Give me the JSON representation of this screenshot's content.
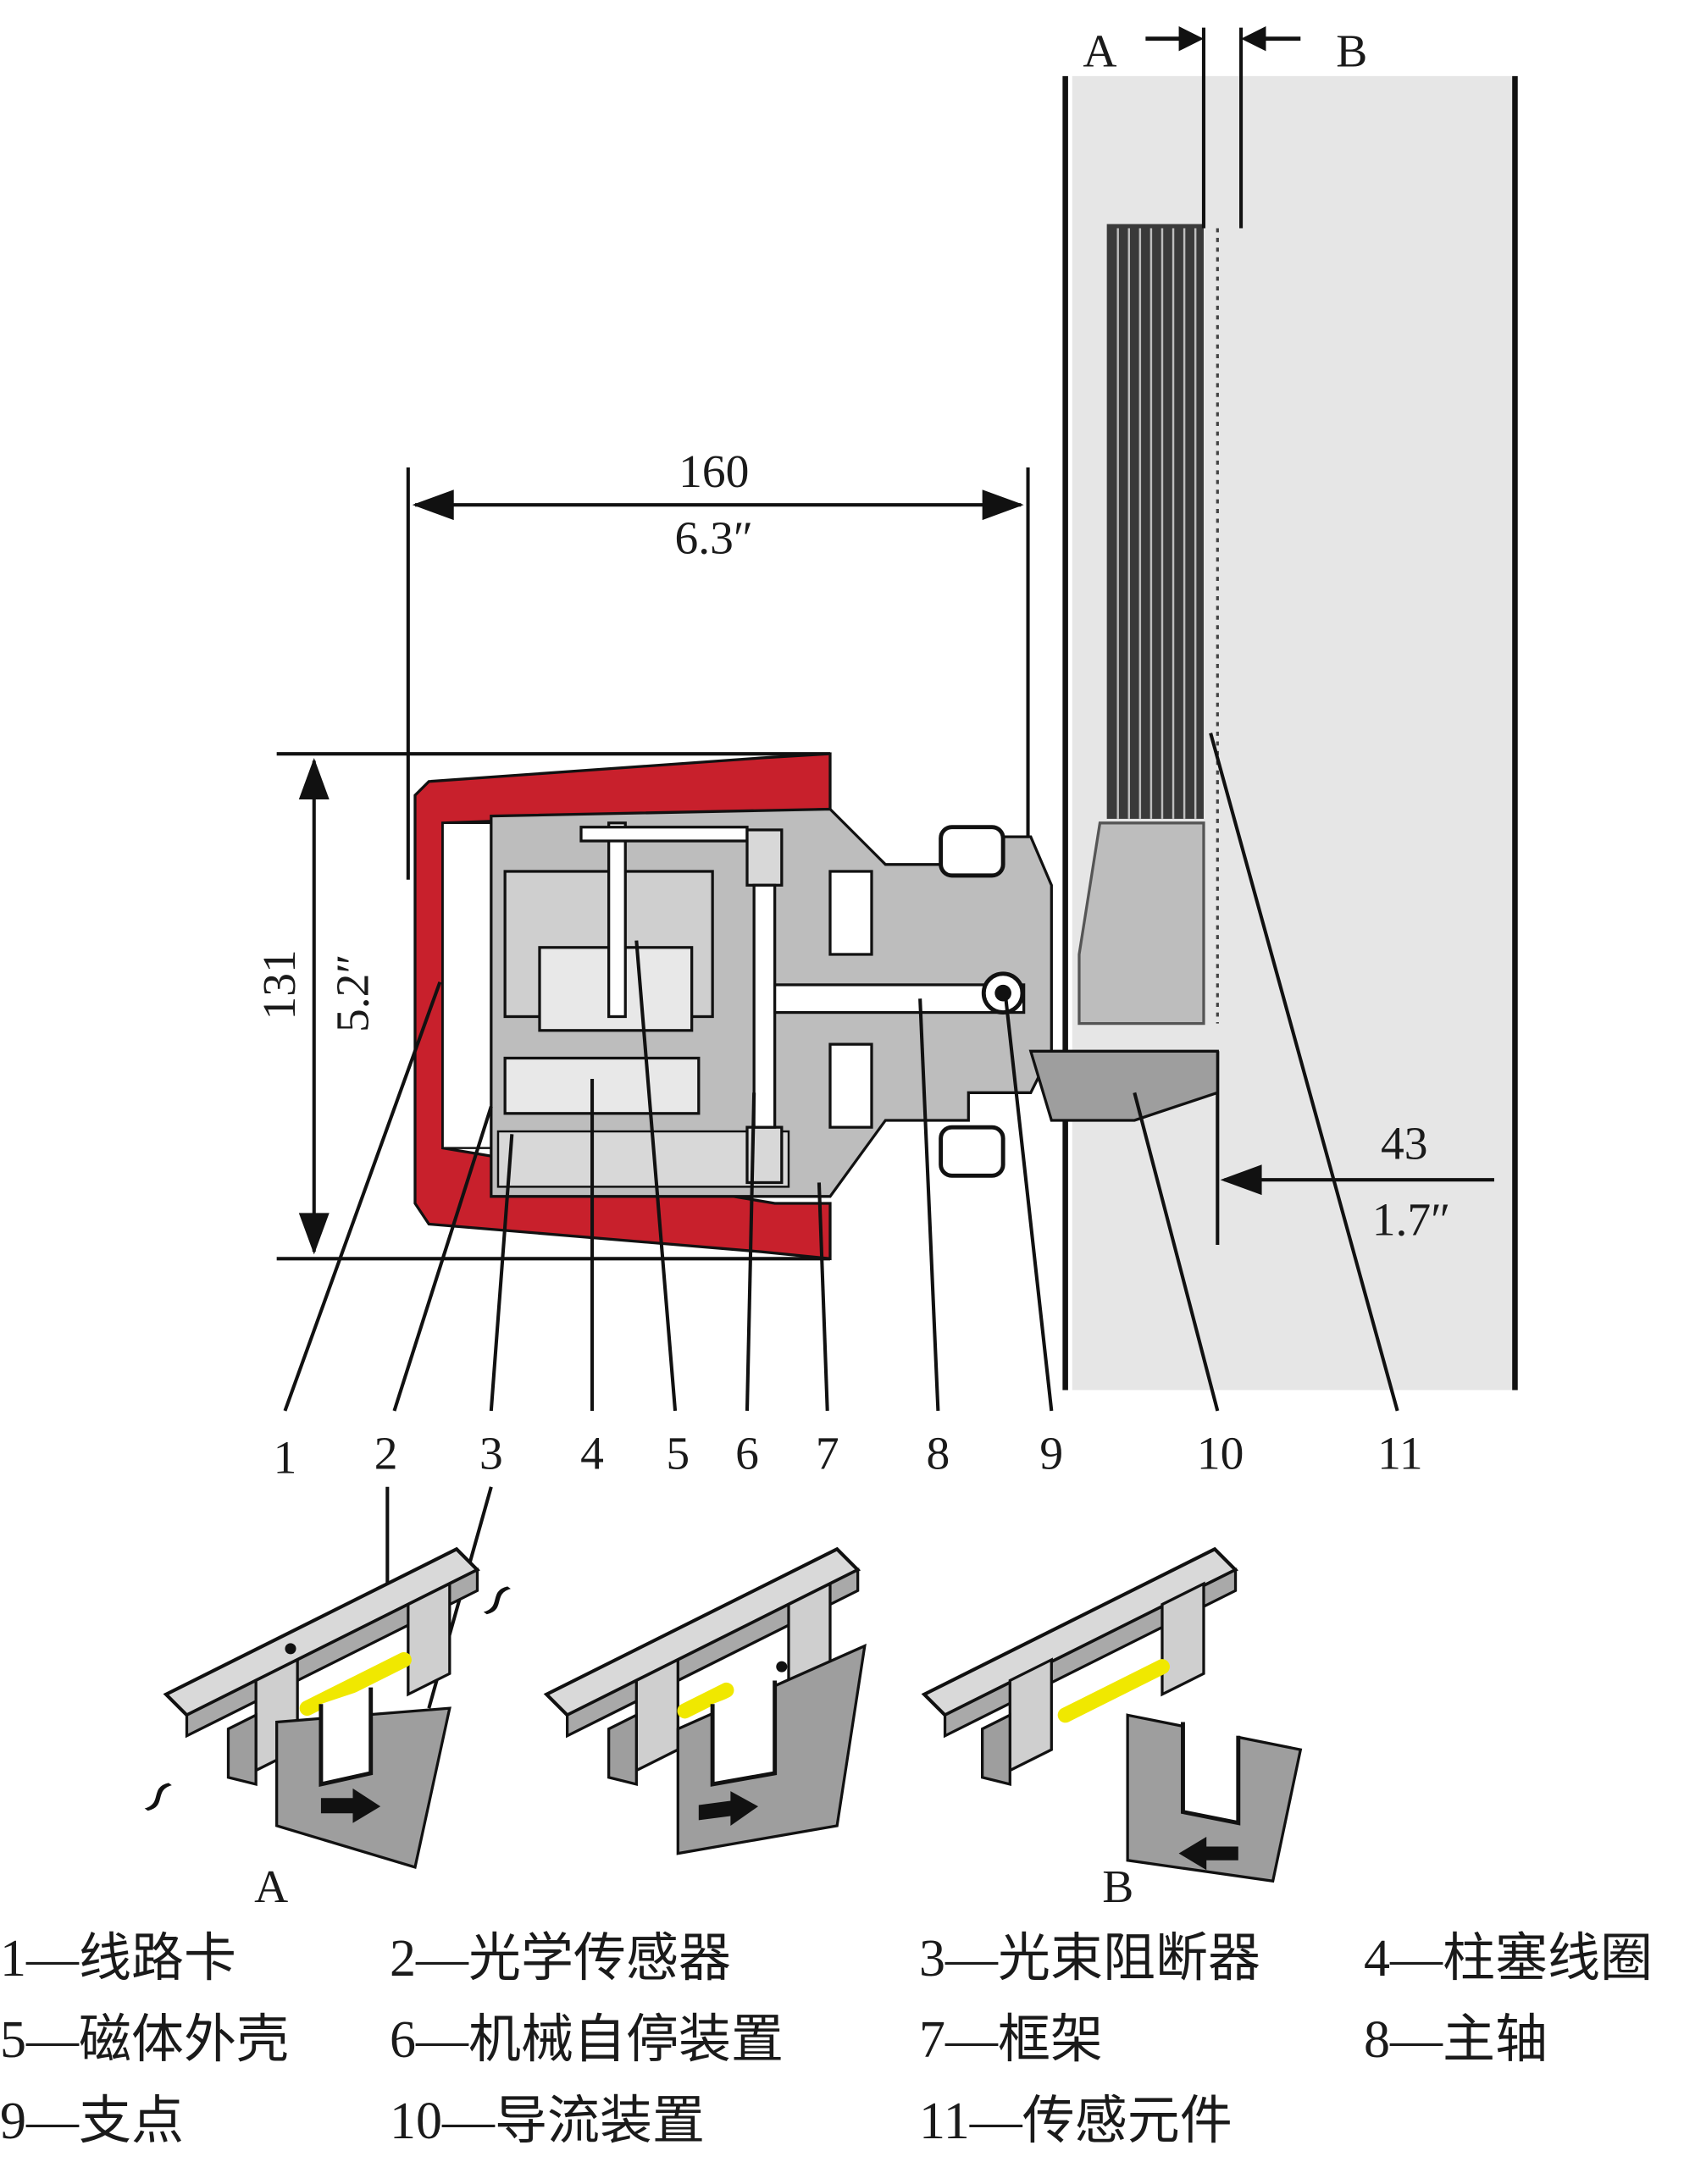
{
  "dimensions": {
    "width_mm": "160",
    "width_in": "6.3″",
    "height_mm": "131",
    "height_in": "5.2″",
    "gap_mm": "43",
    "gap_in": "1.7″",
    "gap_a": "A",
    "gap_b": "B"
  },
  "callouts": [
    "1",
    "2",
    "3",
    "4",
    "5",
    "6",
    "7",
    "8",
    "9",
    "10",
    "11"
  ],
  "sub_views": {
    "left_label": "A",
    "right_label": "B"
  },
  "legend": [
    [
      "1—线路卡",
      "2—光学传感器",
      "3—光束阻断器",
      "4—柱塞线圈"
    ],
    [
      "5—磁体外壳",
      "6—机械自停装置",
      "7—框架",
      "8—主轴"
    ],
    [
      "9—支点",
      "10—导流装置",
      "11—传感元件"
    ]
  ],
  "colors": {
    "housing": "#c8202c",
    "body": "#bdbdbd",
    "panel": "#e6e6e6",
    "rod": "#f0e800"
  }
}
